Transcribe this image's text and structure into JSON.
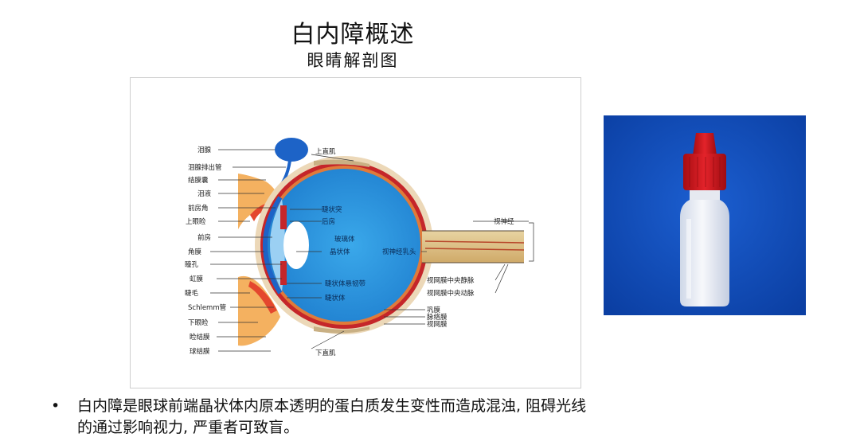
{
  "slide": {
    "title": "白内障概述",
    "subtitle": "眼睛解剖图"
  },
  "diagram": {
    "labels_left": [
      "泪腺",
      "泪腺排出管",
      "结膜囊",
      "泪液",
      "前房角",
      "上眼睑",
      "前房",
      "角膜",
      "瞳孔",
      "虹膜",
      "睫毛",
      "Schlemm管",
      "下眼睑",
      "睑结膜",
      "球结膜"
    ],
    "labels_top": "上直肌",
    "labels_bottom": "下直肌",
    "labels_inner": [
      "睫状突",
      "后房",
      "玻璃体",
      "晶状体",
      "睫状体悬韧带",
      "睫状体"
    ],
    "label_optic_disc": "视神经乳头",
    "labels_right": [
      "视神经",
      "视网膜中央静脉",
      "视网膜中央动脉",
      "巩膜",
      "脉络膜",
      "视网膜"
    ]
  },
  "photo": {
    "subject": "eye-drop-bottle",
    "bg_color": "#0b3fa3",
    "cap_color": "#d6131b"
  },
  "bullets": [
    {
      "marker": "•",
      "lines": [
        "白内障是眼球前端晶状体内原本透明的蛋白质发生变性而造成混浊, 阻碍光线",
        "的通过影响视力, 严重者可致盲。"
      ]
    }
  ]
}
